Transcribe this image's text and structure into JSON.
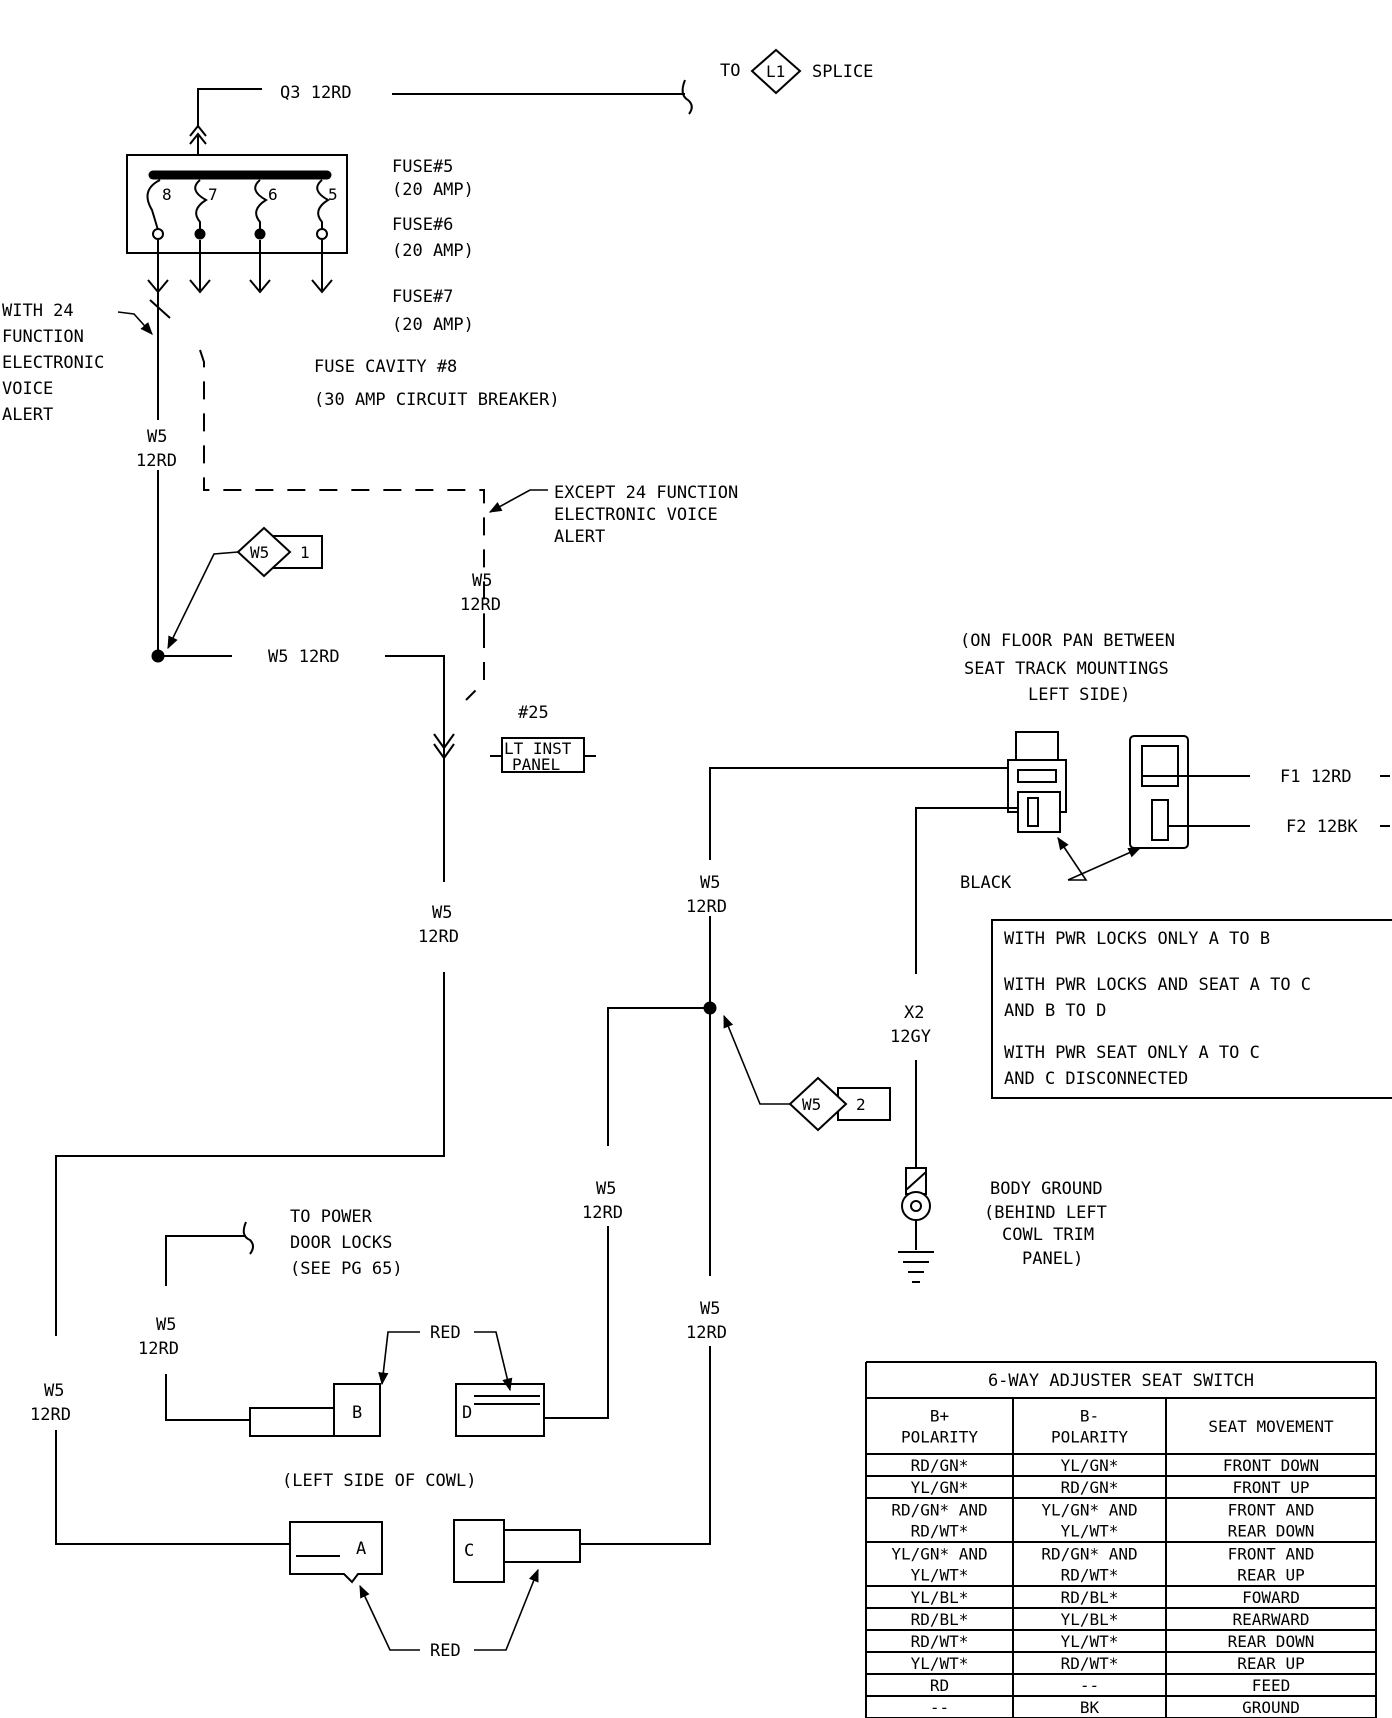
{
  "top": {
    "q3_wire": "Q3 12RD",
    "to_label": "TO",
    "splice_id": "L1",
    "splice_label": "SPLICE"
  },
  "fuse_block": {
    "terminals": [
      "8",
      "7",
      "6",
      "5"
    ],
    "fuse5": [
      "FUSE#5",
      "(20 AMP)"
    ],
    "fuse6": [
      "FUSE#6",
      "(20 AMP)"
    ],
    "fuse7": [
      "FUSE#7",
      "(20 AMP)"
    ],
    "cavity8": [
      "FUSE CAVITY #8",
      "(30 AMP CIRCUIT BREAKER)"
    ]
  },
  "with24_note": [
    "WITH 24",
    "FUNCTION",
    "ELECTRONIC",
    "VOICE",
    "ALERT"
  ],
  "except24_note": [
    "EXCEPT 24 FUNCTION",
    "ELECTRONIC VOICE",
    "ALERT"
  ],
  "wires": {
    "w5_code": "W5",
    "w5_gauge": "12RD",
    "w5_horizontal": "W5 12RD",
    "x2_code": "X2",
    "x2_gauge": "12GY",
    "f1": "F1 12RD",
    "f2": "F2 12BK"
  },
  "splice_markers": {
    "s1": {
      "code": "W5",
      "num": "1"
    },
    "s2": {
      "code": "W5",
      "num": "2"
    }
  },
  "connector25": {
    "number": "#25",
    "name_line1": "LT INST",
    "name_line2": "PANEL"
  },
  "floor_note": [
    "(ON FLOOR PAN BETWEEN",
    "SEAT TRACK MOUNTINGS",
    "LEFT SIDE)"
  ],
  "black_label": "BLACK",
  "jumper_notes": [
    [
      "WITH PWR LOCKS ONLY A TO B"
    ],
    [
      "WITH PWR LOCKS AND SEAT A TO C",
      "AND B TO D"
    ],
    [
      "WITH PWR SEAT ONLY A TO C",
      "AND C DISCONNECTED"
    ]
  ],
  "body_ground": [
    "BODY GROUND",
    "(BEHIND LEFT",
    "COWL TRIM",
    "PANEL)"
  ],
  "power_locks": [
    "TO POWER",
    "DOOR LOCKS",
    "(SEE PG 65)"
  ],
  "cowl": {
    "label": "(LEFT SIDE OF COWL)",
    "red": "RED",
    "connectors": [
      "A",
      "B",
      "C",
      "D"
    ]
  },
  "seat_table": {
    "title": "6-WAY ADJUSTER SEAT SWITCH",
    "headers": [
      [
        "B+",
        "POLARITY"
      ],
      [
        "B-",
        "POLARITY"
      ],
      [
        "SEAT MOVEMENT"
      ]
    ],
    "rows": [
      [
        [
          "RD/GN*"
        ],
        [
          "YL/GN*"
        ],
        [
          "FRONT DOWN"
        ]
      ],
      [
        [
          "YL/GN*"
        ],
        [
          "RD/GN*"
        ],
        [
          "FRONT UP"
        ]
      ],
      [
        [
          "RD/GN* AND",
          "RD/WT*"
        ],
        [
          "YL/GN* AND",
          "YL/WT*"
        ],
        [
          "FRONT AND",
          "REAR DOWN"
        ]
      ],
      [
        [
          "YL/GN* AND",
          "YL/WT*"
        ],
        [
          "RD/GN* AND",
          "RD/WT*"
        ],
        [
          "FRONT AND",
          "REAR UP"
        ]
      ],
      [
        [
          "YL/BL*"
        ],
        [
          "RD/BL*"
        ],
        [
          "FOWARD"
        ]
      ],
      [
        [
          "RD/BL*"
        ],
        [
          "YL/BL*"
        ],
        [
          "REARWARD"
        ]
      ],
      [
        [
          "RD/WT*"
        ],
        [
          "YL/WT*"
        ],
        [
          "REAR DOWN"
        ]
      ],
      [
        [
          "YL/WT*"
        ],
        [
          "RD/WT*"
        ],
        [
          "REAR UP"
        ]
      ],
      [
        [
          "RD"
        ],
        [
          "--"
        ],
        [
          "FEED"
        ]
      ],
      [
        [
          "--"
        ],
        [
          "BK"
        ],
        [
          "GROUND"
        ]
      ]
    ]
  }
}
